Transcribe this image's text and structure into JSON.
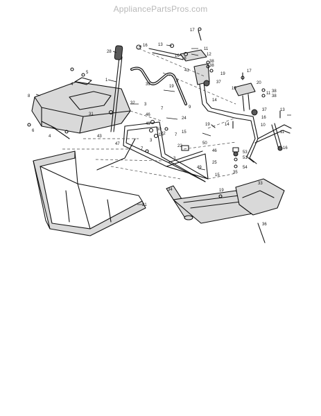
{
  "watermark": "AppliancePartsPros.com",
  "callouts": [
    {
      "id": "c1",
      "label": "1"
    },
    {
      "id": "c3a",
      "label": "3"
    },
    {
      "id": "c3b",
      "label": "3"
    },
    {
      "id": "c3c",
      "label": "3"
    },
    {
      "id": "c4a",
      "label": "4"
    },
    {
      "id": "c4b",
      "label": "4"
    },
    {
      "id": "c5",
      "label": "5"
    },
    {
      "id": "c6",
      "label": "6"
    },
    {
      "id": "c7a",
      "label": "7"
    },
    {
      "id": "c7b",
      "label": "7"
    },
    {
      "id": "c7c",
      "label": "7"
    },
    {
      "id": "c8",
      "label": "8"
    },
    {
      "id": "c9a",
      "label": "9"
    },
    {
      "id": "c9b",
      "label": "9"
    },
    {
      "id": "c10",
      "label": "10"
    },
    {
      "id": "c11a",
      "label": "11"
    },
    {
      "id": "c11b",
      "label": "11"
    },
    {
      "id": "c11c",
      "label": "11"
    },
    {
      "id": "c12",
      "label": "12"
    },
    {
      "id": "c13a",
      "label": "13"
    },
    {
      "id": "c13b",
      "label": "13"
    },
    {
      "id": "c14a",
      "label": "14"
    },
    {
      "id": "c14b",
      "label": "14"
    },
    {
      "id": "c15a",
      "label": "15"
    },
    {
      "id": "c15b",
      "label": "15"
    },
    {
      "id": "c15c",
      "label": "15"
    },
    {
      "id": "c16a",
      "label": "16"
    },
    {
      "id": "c16b",
      "label": "16"
    },
    {
      "id": "c16c",
      "label": "16"
    },
    {
      "id": "c16d",
      "label": "16"
    },
    {
      "id": "c17a",
      "label": "17"
    },
    {
      "id": "c17b",
      "label": "17"
    },
    {
      "id": "c18",
      "label": "18"
    },
    {
      "id": "c19a",
      "label": "19"
    },
    {
      "id": "c19b",
      "label": "19"
    },
    {
      "id": "c19c",
      "label": "19"
    },
    {
      "id": "c19d",
      "label": "19"
    },
    {
      "id": "c19e",
      "label": "19"
    },
    {
      "id": "c20",
      "label": "20"
    },
    {
      "id": "c21",
      "label": "21"
    },
    {
      "id": "c22a",
      "label": "22"
    },
    {
      "id": "c22b",
      "label": "22"
    },
    {
      "id": "c24",
      "label": "24"
    },
    {
      "id": "c25",
      "label": "25"
    },
    {
      "id": "c28",
      "label": "28"
    },
    {
      "id": "c31",
      "label": "31"
    },
    {
      "id": "c32",
      "label": "32"
    },
    {
      "id": "c33",
      "label": "33"
    },
    {
      "id": "c34",
      "label": "34"
    },
    {
      "id": "c35",
      "label": "35"
    },
    {
      "id": "c36",
      "label": "36"
    },
    {
      "id": "c37a",
      "label": "37"
    },
    {
      "id": "c37b",
      "label": "37"
    },
    {
      "id": "c38a",
      "label": "38"
    },
    {
      "id": "c38b",
      "label": "38"
    },
    {
      "id": "c38c",
      "label": "38"
    },
    {
      "id": "c38d",
      "label": "38"
    },
    {
      "id": "c39",
      "label": "39"
    },
    {
      "id": "c41",
      "label": "41"
    },
    {
      "id": "c43",
      "label": "43"
    },
    {
      "id": "c46a",
      "label": "46"
    },
    {
      "id": "c46b",
      "label": "46"
    },
    {
      "id": "c47",
      "label": "47"
    },
    {
      "id": "c49a",
      "label": "49"
    },
    {
      "id": "c49b",
      "label": "49"
    },
    {
      "id": "c50a",
      "label": "50"
    },
    {
      "id": "c50b",
      "label": "50"
    },
    {
      "id": "c51",
      "label": "51"
    },
    {
      "id": "c53",
      "label": "53"
    },
    {
      "id": "c54",
      "label": "54"
    }
  ]
}
